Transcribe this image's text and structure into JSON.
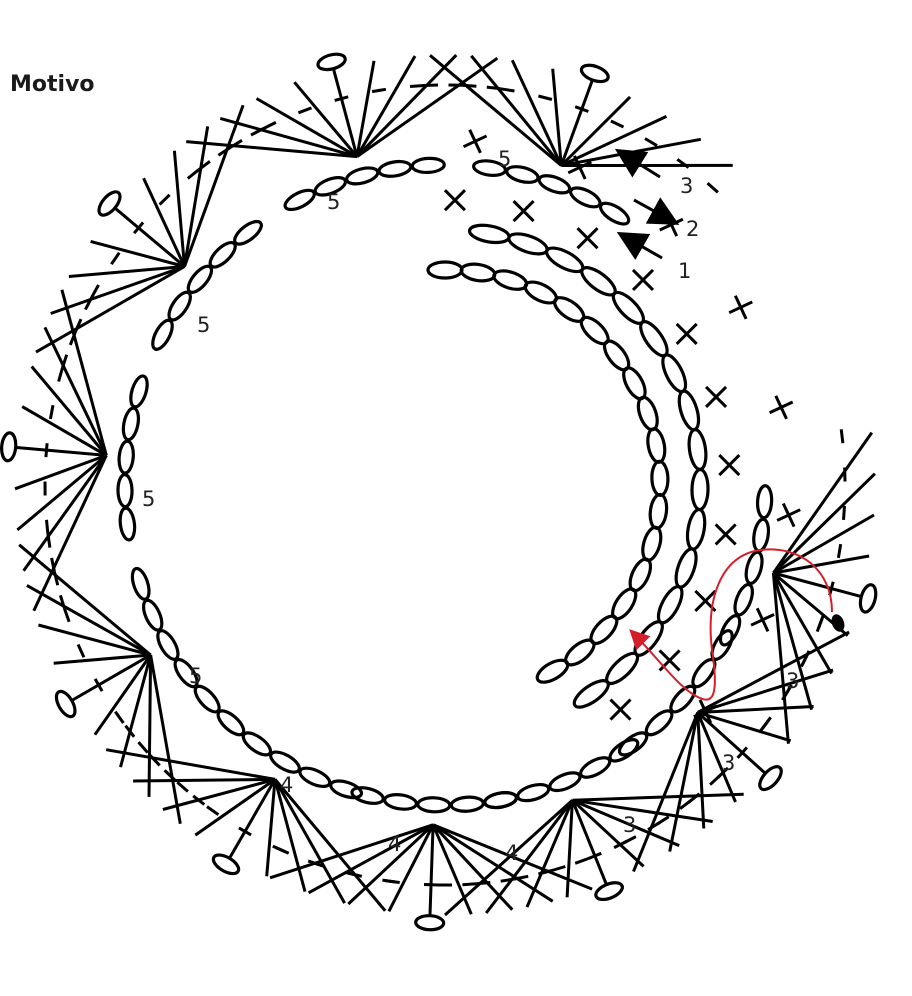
{
  "title": "Motivo",
  "row_labels": [
    "1",
    "2",
    "3"
  ],
  "chain_counts": [
    "5",
    "5",
    "5",
    "5",
    "5",
    "4",
    "4",
    "4",
    "3",
    "3",
    "3"
  ],
  "colors": {
    "ink": "#000000",
    "yarn": "#d21f2a"
  }
}
